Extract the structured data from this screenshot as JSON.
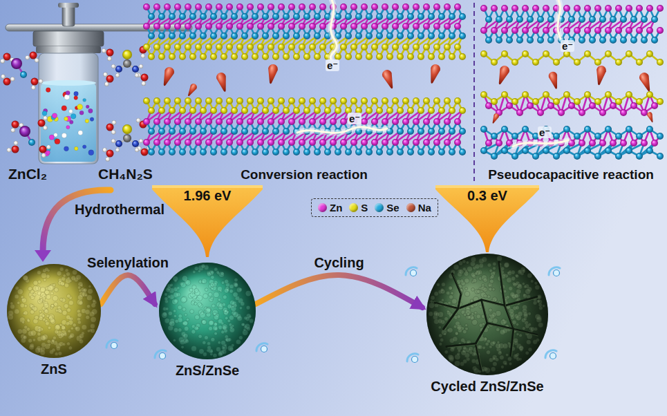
{
  "diagram": {
    "nodes": [
      {
        "text": [
          "ZnS"
        ]
      },
      {
        "text": [
          "1.96 eV"
        ]
      },
      {
        "text": [
          "ZnS/ZnSe"
        ]
      },
      {
        "text": [
          "0.3 eV"
        ]
      },
      {
        "text": [
          "Cycled ZnS/ZnSe"
        ]
      }
    ],
    "edges": [
      {
        "from": 0,
        "to": 2,
        "arrow": "to",
        "label": "Selenylation"
      },
      {
        "from": 2,
        "to": 4,
        "arrow": "to",
        "label": "Cycling"
      }
    ],
    "labels": [
      "ZnCl₂",
      "CH₄N₂S",
      "Hydrothermal",
      "Conversion reaction",
      "Pseudocapacitive reaction",
      "e⁻",
      "e⁻",
      "e⁻",
      "e⁻"
    ],
    "legend": [
      {
        "text": "Zn",
        "color": "#e23ad8"
      },
      {
        "text": "S",
        "color": "#e8e01c"
      },
      {
        "text": "Se",
        "color": "#25a9dc"
      },
      {
        "text": "Na",
        "color": "#c0563a"
      }
    ]
  }
}
